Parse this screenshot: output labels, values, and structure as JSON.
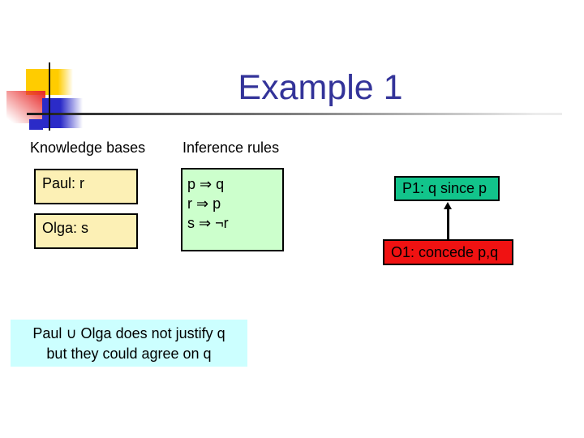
{
  "slide": {
    "title": "Example 1",
    "labels": {
      "knowledge_bases": "Knowledge bases",
      "inference_rules": "Inference rules"
    },
    "knowledge_boxes": [
      {
        "label": "Paul: r"
      },
      {
        "label": "Olga: s"
      }
    ],
    "inference_rules": [
      "p ⇒ q",
      "r ⇒ p",
      "s ⇒ ¬r"
    ],
    "dialogue": {
      "proponent_move": "P1: q since p",
      "opponent_move": "O1: concede p,q"
    },
    "note_lines": [
      "Paul ∪ Olga does not justify q",
      "but they could agree on q"
    ],
    "colors": {
      "title_text": "#333399",
      "kb_box_fill": "#FCF0B5",
      "rules_box_fill": "#CCFFCC",
      "proponent_box_fill": "#12C48B",
      "opponent_box_fill": "#F01212",
      "note_box_fill": "#CCFFFF"
    }
  }
}
